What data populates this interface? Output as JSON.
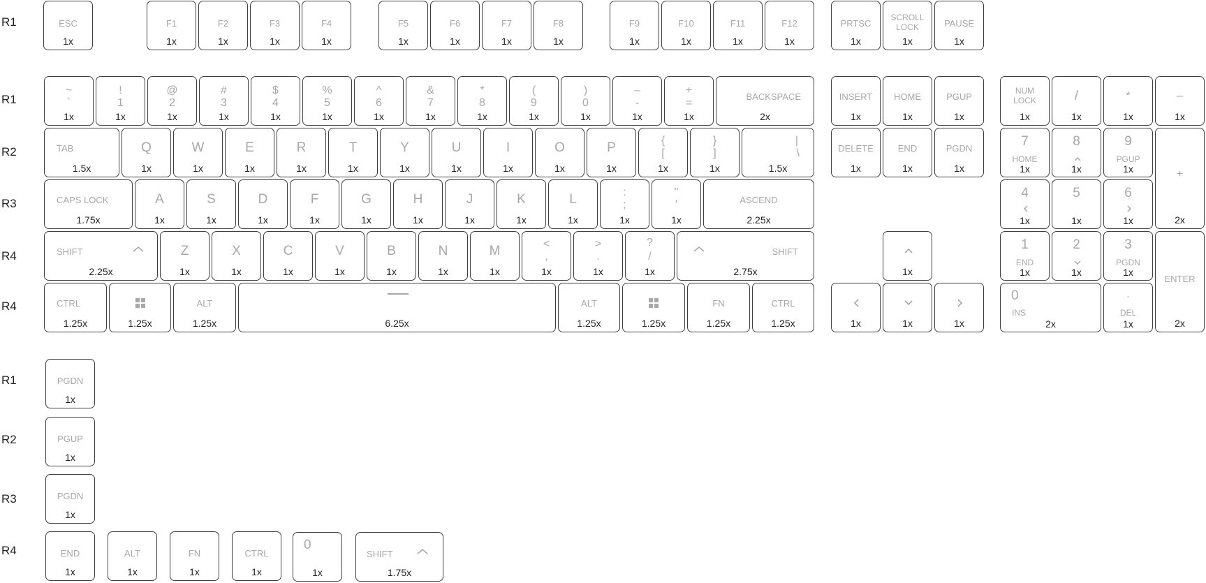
{
  "row_labels": {
    "fn_row": "R1",
    "main_1": "R1",
    "main_2": "R2",
    "main_3": "R3",
    "main_4": "R4",
    "main_5": "R4",
    "extra_1": "R1",
    "extra_2": "R2",
    "extra_3": "R3",
    "extra_4": "R4"
  },
  "fn_row": {
    "esc": {
      "legend": "ESC",
      "size": "1x"
    },
    "f1": {
      "legend": "F1",
      "size": "1x"
    },
    "f2": {
      "legend": "F2",
      "size": "1x"
    },
    "f3": {
      "legend": "F3",
      "size": "1x"
    },
    "f4": {
      "legend": "F4",
      "size": "1x"
    },
    "f5": {
      "legend": "F5",
      "size": "1x"
    },
    "f6": {
      "legend": "F6",
      "size": "1x"
    },
    "f7": {
      "legend": "F7",
      "size": "1x"
    },
    "f8": {
      "legend": "F8",
      "size": "1x"
    },
    "f9": {
      "legend": "F9",
      "size": "1x"
    },
    "f10": {
      "legend": "F10",
      "size": "1x"
    },
    "f11": {
      "legend": "F11",
      "size": "1x"
    },
    "f12": {
      "legend": "F12",
      "size": "1x"
    },
    "prtsc": {
      "legend": "PRTSC",
      "size": "1x"
    },
    "scroll_lock": {
      "legend_1": "SCROLL",
      "legend_2": "LOCK",
      "size": "1x"
    },
    "pause": {
      "legend": "PAUSE",
      "size": "1x"
    }
  },
  "number_row": {
    "grave": {
      "top": "~",
      "bottom": "`",
      "size": "1x"
    },
    "n1": {
      "top": "!",
      "bottom": "1",
      "size": "1x"
    },
    "n2": {
      "top": "@",
      "bottom": "2",
      "size": "1x"
    },
    "n3": {
      "top": "#",
      "bottom": "3",
      "size": "1x"
    },
    "n4": {
      "top": "$",
      "bottom": "4",
      "size": "1x"
    },
    "n5": {
      "top": "%",
      "bottom": "5",
      "size": "1x"
    },
    "n6": {
      "top": "^",
      "bottom": "6",
      "size": "1x"
    },
    "n7": {
      "top": "&",
      "bottom": "7",
      "size": "1x"
    },
    "n8": {
      "top": "*",
      "bottom": "8",
      "size": "1x"
    },
    "n9": {
      "top": "(",
      "bottom": "9",
      "size": "1x"
    },
    "n0": {
      "top": ")",
      "bottom": "0",
      "size": "1x"
    },
    "minus": {
      "top": "–",
      "bottom": "-",
      "size": "1x"
    },
    "equals": {
      "top": "+",
      "bottom": "=",
      "size": "1x"
    },
    "backspace": {
      "legend": "BACKSPACE",
      "size": "2x"
    }
  },
  "tab_row": {
    "tab": {
      "legend": "TAB",
      "size": "1.5x"
    },
    "letters": [
      {
        "legend": "Q",
        "size": "1x"
      },
      {
        "legend": "W",
        "size": "1x"
      },
      {
        "legend": "E",
        "size": "1x"
      },
      {
        "legend": "R",
        "size": "1x"
      },
      {
        "legend": "T",
        "size": "1x"
      },
      {
        "legend": "Y",
        "size": "1x"
      },
      {
        "legend": "U",
        "size": "1x"
      },
      {
        "legend": "I",
        "size": "1x"
      },
      {
        "legend": "O",
        "size": "1x"
      },
      {
        "legend": "P",
        "size": "1x"
      }
    ],
    "lbracket": {
      "top": "{",
      "bottom": "[",
      "size": "1x"
    },
    "rbracket": {
      "top": "}",
      "bottom": "]",
      "size": "1x"
    },
    "backslash": {
      "top": "|",
      "bottom": "\\",
      "size": "1.5x"
    }
  },
  "home_row": {
    "caps_lock": {
      "legend": "CAPS LOCK",
      "size": "1.75x"
    },
    "letters": [
      {
        "legend": "A",
        "size": "1x"
      },
      {
        "legend": "S",
        "size": "1x"
      },
      {
        "legend": "D",
        "size": "1x"
      },
      {
        "legend": "F",
        "size": "1x"
      },
      {
        "legend": "G",
        "size": "1x"
      },
      {
        "legend": "H",
        "size": "1x"
      },
      {
        "legend": "J",
        "size": "1x"
      },
      {
        "legend": "K",
        "size": "1x"
      },
      {
        "legend": "L",
        "size": "1x"
      }
    ],
    "semicolon": {
      "top": ":",
      "bottom": ";",
      "size": "1x"
    },
    "quote": {
      "top": "\"",
      "bottom": "'",
      "size": "1x"
    },
    "ascend": {
      "legend": "ASCEND",
      "size": "2.25x"
    }
  },
  "shift_row": {
    "lshift": {
      "legend": "SHIFT",
      "size": "2.25x"
    },
    "letters": [
      {
        "legend": "Z",
        "size": "1x"
      },
      {
        "legend": "X",
        "size": "1x"
      },
      {
        "legend": "C",
        "size": "1x"
      },
      {
        "legend": "V",
        "size": "1x"
      },
      {
        "legend": "B",
        "size": "1x"
      },
      {
        "legend": "N",
        "size": "1x"
      },
      {
        "legend": "M",
        "size": "1x"
      }
    ],
    "comma": {
      "top": "<",
      "bottom": ",",
      "size": "1x"
    },
    "period": {
      "top": ">",
      "bottom": ".",
      "size": "1x"
    },
    "slash": {
      "top": "?",
      "bottom": "/",
      "size": "1x"
    },
    "rshift": {
      "legend": "SHIFT",
      "size": "2.75x"
    }
  },
  "bottom_row": {
    "lctrl": {
      "legend": "CTRL",
      "size": "1.25x"
    },
    "lwin": {
      "size": "1.25x"
    },
    "lalt": {
      "legend": "ALT",
      "size": "1.25x"
    },
    "space": {
      "size": "6.25x"
    },
    "ralt": {
      "legend": "ALT",
      "size": "1.25x"
    },
    "rwin": {
      "size": "1.25x"
    },
    "fn": {
      "legend": "FN",
      "size": "1.25x"
    },
    "rctrl": {
      "legend": "CTRL",
      "size": "1.25x"
    }
  },
  "nav_cluster": {
    "insert": {
      "legend": "INSERT",
      "size": "1x"
    },
    "home": {
      "legend": "HOME",
      "size": "1x"
    },
    "pgup": {
      "legend": "PGUP",
      "size": "1x"
    },
    "delete": {
      "legend": "DELETE",
      "size": "1x"
    },
    "end": {
      "legend": "END",
      "size": "1x"
    },
    "pgdn": {
      "legend": "PGDN",
      "size": "1x"
    },
    "up": {
      "size": "1x"
    },
    "left": {
      "size": "1x"
    },
    "down": {
      "size": "1x"
    },
    "right": {
      "size": "1x"
    }
  },
  "numpad": {
    "num_lock": {
      "legend_1": "NUM",
      "legend_2": "LOCK",
      "size": "1x"
    },
    "divide": {
      "legend": "/",
      "size": "1x"
    },
    "multiply": {
      "legend": "*",
      "size": "1x"
    },
    "subtract": {
      "legend": "–",
      "size": "1x"
    },
    "n7": {
      "top": "7",
      "bottom": "HOME",
      "size": "1x"
    },
    "n8": {
      "top": "8",
      "size": "1x"
    },
    "n9": {
      "top": "9",
      "bottom": "PGUP",
      "size": "1x"
    },
    "add": {
      "legend": "+",
      "size": "2x"
    },
    "n4": {
      "top": "4",
      "size": "1x"
    },
    "n5": {
      "top": "5",
      "size": "1x"
    },
    "n6": {
      "top": "6",
      "size": "1x"
    },
    "n1": {
      "top": "1",
      "bottom": "END",
      "size": "1x"
    },
    "n2": {
      "top": "2",
      "size": "1x"
    },
    "n3": {
      "top": "3",
      "bottom": "PGDN",
      "size": "1x"
    },
    "enter": {
      "legend": "ENTER",
      "size": "2x"
    },
    "n0": {
      "top": "0",
      "bottom": "INS",
      "size": "2x"
    },
    "decimal": {
      "top": ".",
      "bottom": "DEL",
      "size": "1x"
    }
  },
  "extras": {
    "pgdn_r1": {
      "legend": "PGDN",
      "size": "1x"
    },
    "pgup_r2": {
      "legend": "PGUP",
      "size": "1x"
    },
    "pgdn_r3": {
      "legend": "PGDN",
      "size": "1x"
    },
    "end_r4": {
      "legend": "END",
      "size": "1x"
    },
    "alt_r4": {
      "legend": "ALT",
      "size": "1x"
    },
    "fn_r4": {
      "legend": "FN",
      "size": "1x"
    },
    "ctrl_r4": {
      "legend": "CTRL",
      "size": "1x"
    },
    "zero_r4": {
      "legend": "0",
      "size": "1x"
    },
    "shift_r4": {
      "legend": "SHIFT",
      "size": "1.75x"
    }
  }
}
